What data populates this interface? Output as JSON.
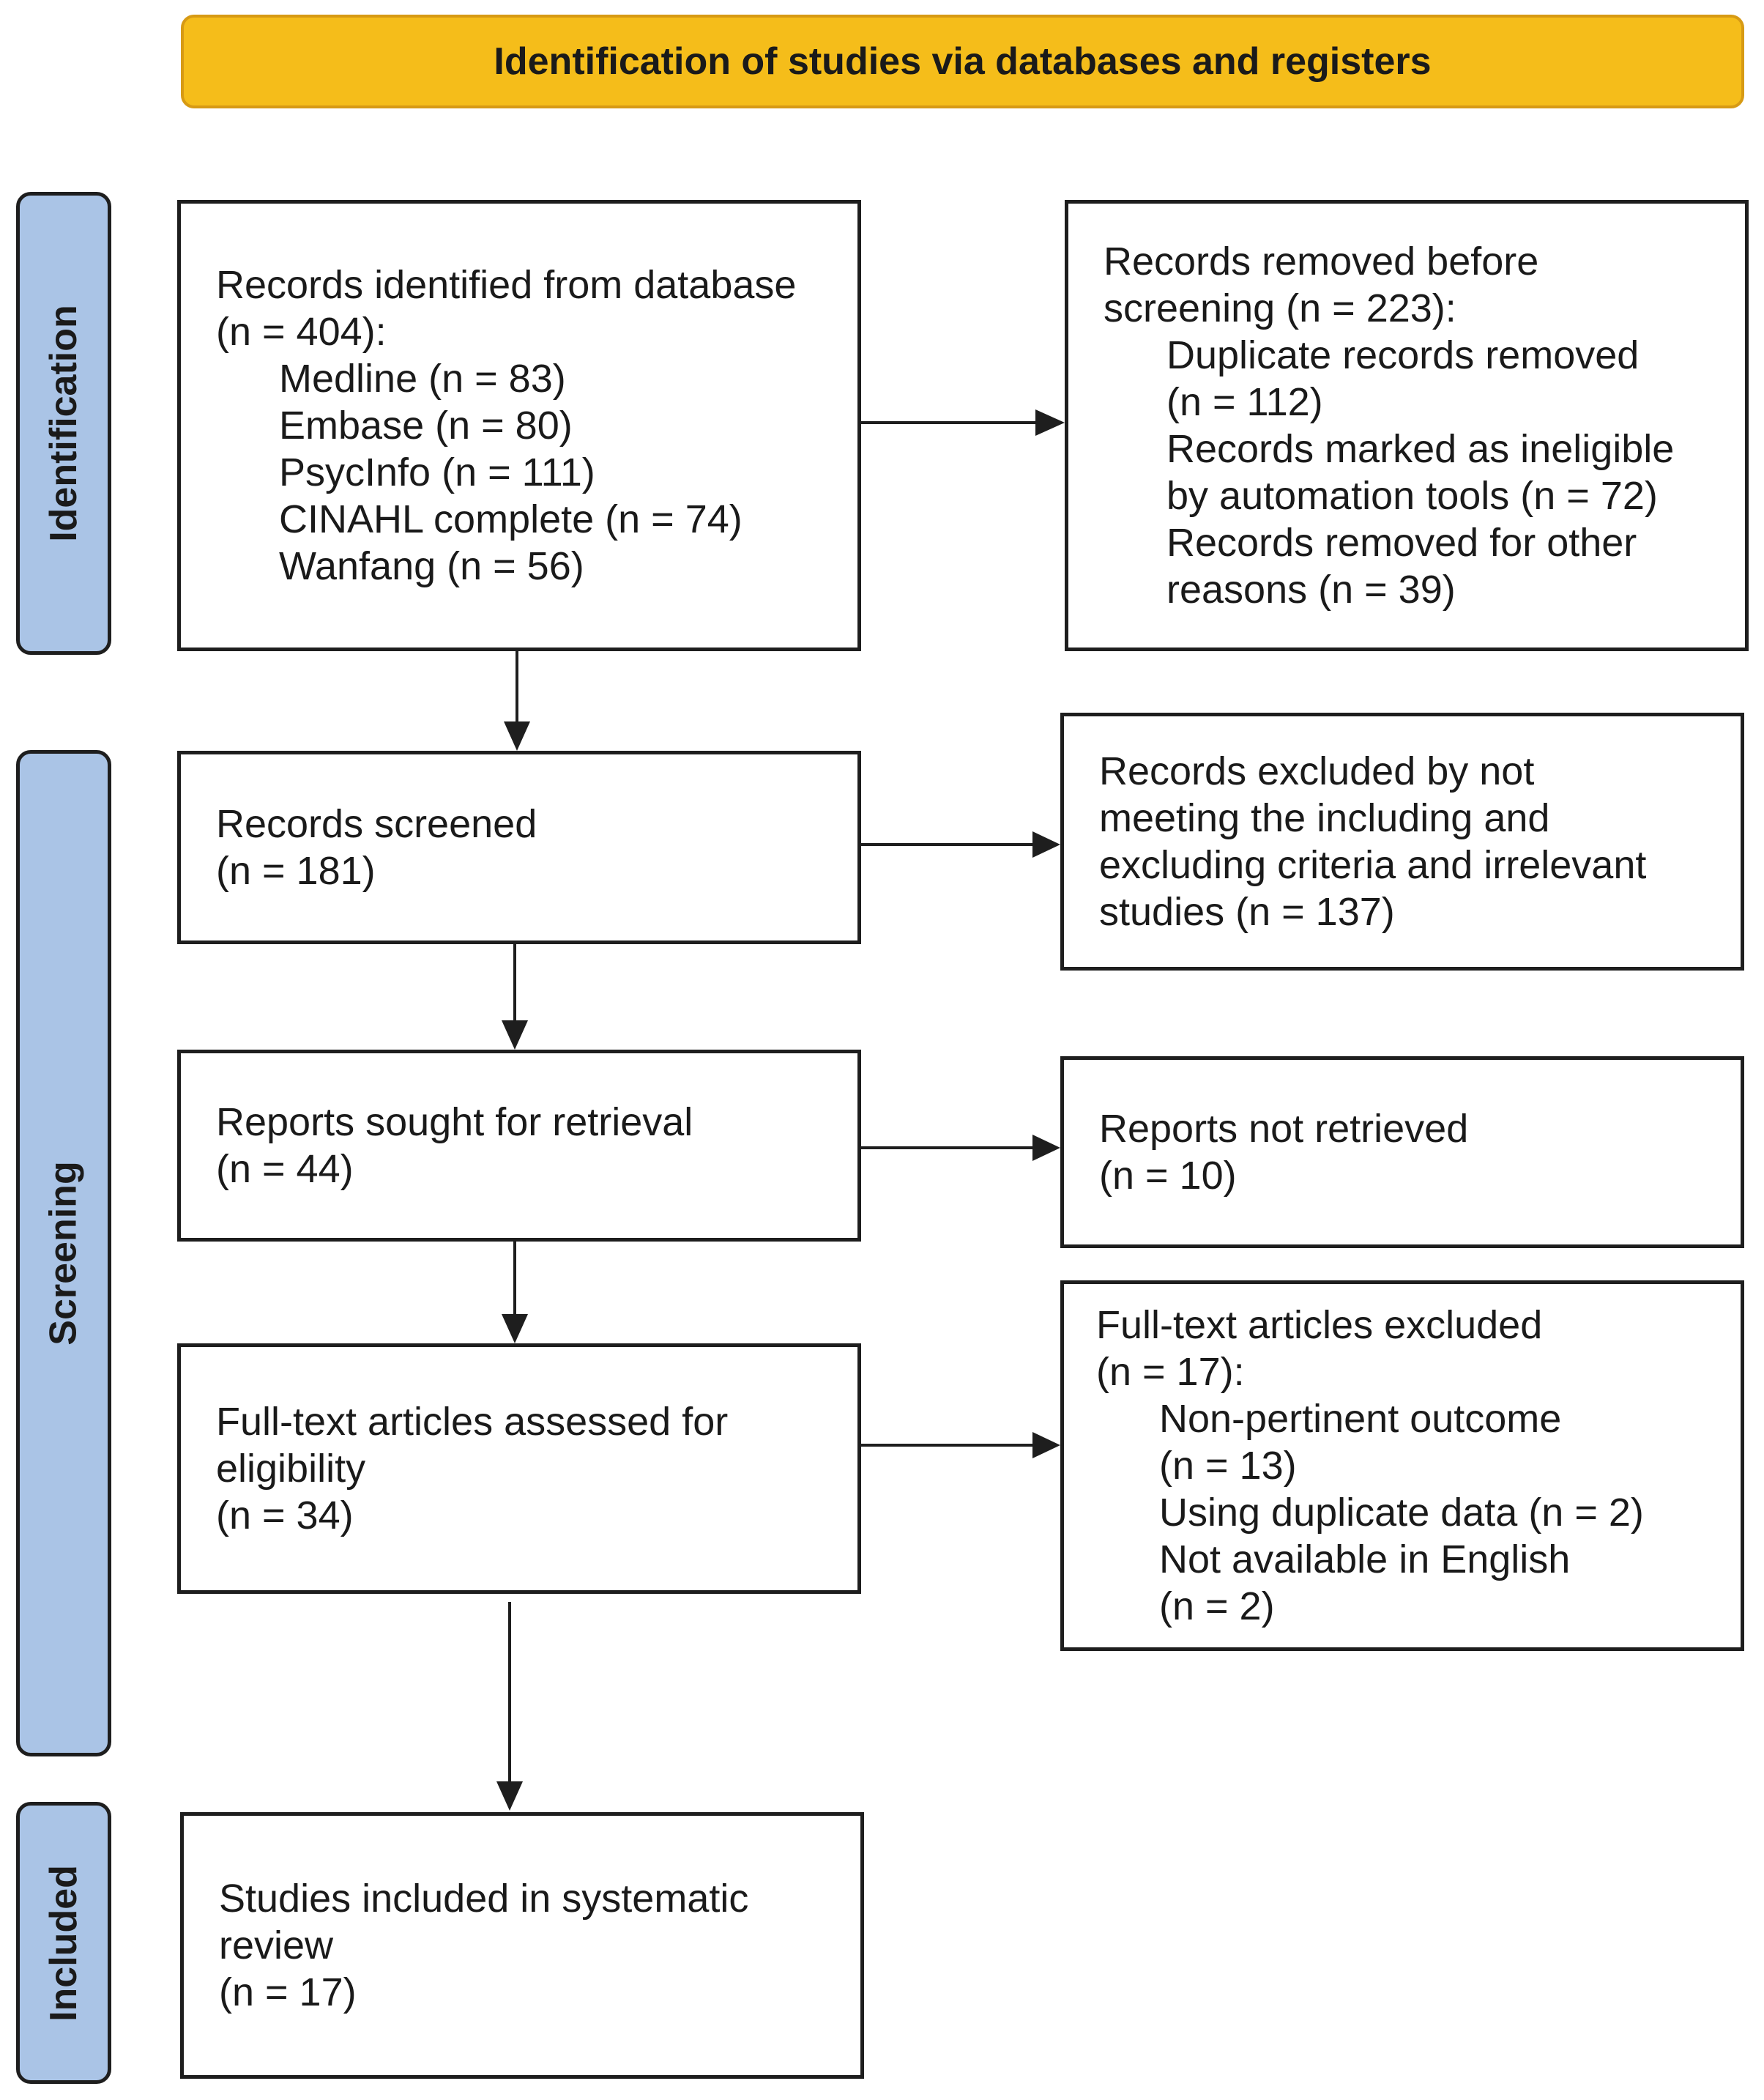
{
  "header": {
    "title": "Identification of studies via databases and registers"
  },
  "stages": {
    "identification": "Identification",
    "screening": "Screening",
    "included": "Included"
  },
  "boxes": {
    "records_identified": {
      "lines": [
        "Records identified from database",
        "(n = 404):"
      ],
      "sub": [
        "Medline (n = 83)",
        "Embase (n = 80)",
        "PsycInfo (n = 111)",
        "CINAHL complete (n = 74)",
        "Wanfang (n = 56)"
      ]
    },
    "records_removed": {
      "lines": [
        "Records removed before",
        "screening (n = 223):"
      ],
      "sub": [
        "Duplicate records removed",
        "(n = 112)",
        "Records marked as ineligible",
        "by automation tools (n = 72)",
        "Records removed for other",
        "reasons (n = 39)"
      ]
    },
    "records_screened": {
      "lines": [
        "Records screened",
        "(n = 181)"
      ]
    },
    "records_excluded": {
      "lines": [
        "Records excluded by not",
        "meeting the including and",
        "excluding criteria and irrelevant",
        "studies (n = 137)"
      ]
    },
    "reports_sought": {
      "lines": [
        "Reports sought for retrieval",
        "(n = 44)"
      ]
    },
    "reports_not_retrieved": {
      "lines": [
        "Reports not retrieved",
        "(n = 10)"
      ]
    },
    "fulltext_assessed": {
      "lines": [
        "Full-text articles assessed for",
        "eligibility",
        "(n = 34)"
      ]
    },
    "fulltext_excluded": {
      "lines": [
        "Full-text articles excluded",
        "(n = 17):"
      ],
      "sub": [
        "Non-pertinent outcome",
        "(n = 13)",
        "Using duplicate data (n = 2)",
        "Not available in English",
        "(n = 2)"
      ]
    },
    "studies_included": {
      "lines": [
        "Studies included in systematic",
        "review",
        "(n = 17)"
      ]
    }
  }
}
